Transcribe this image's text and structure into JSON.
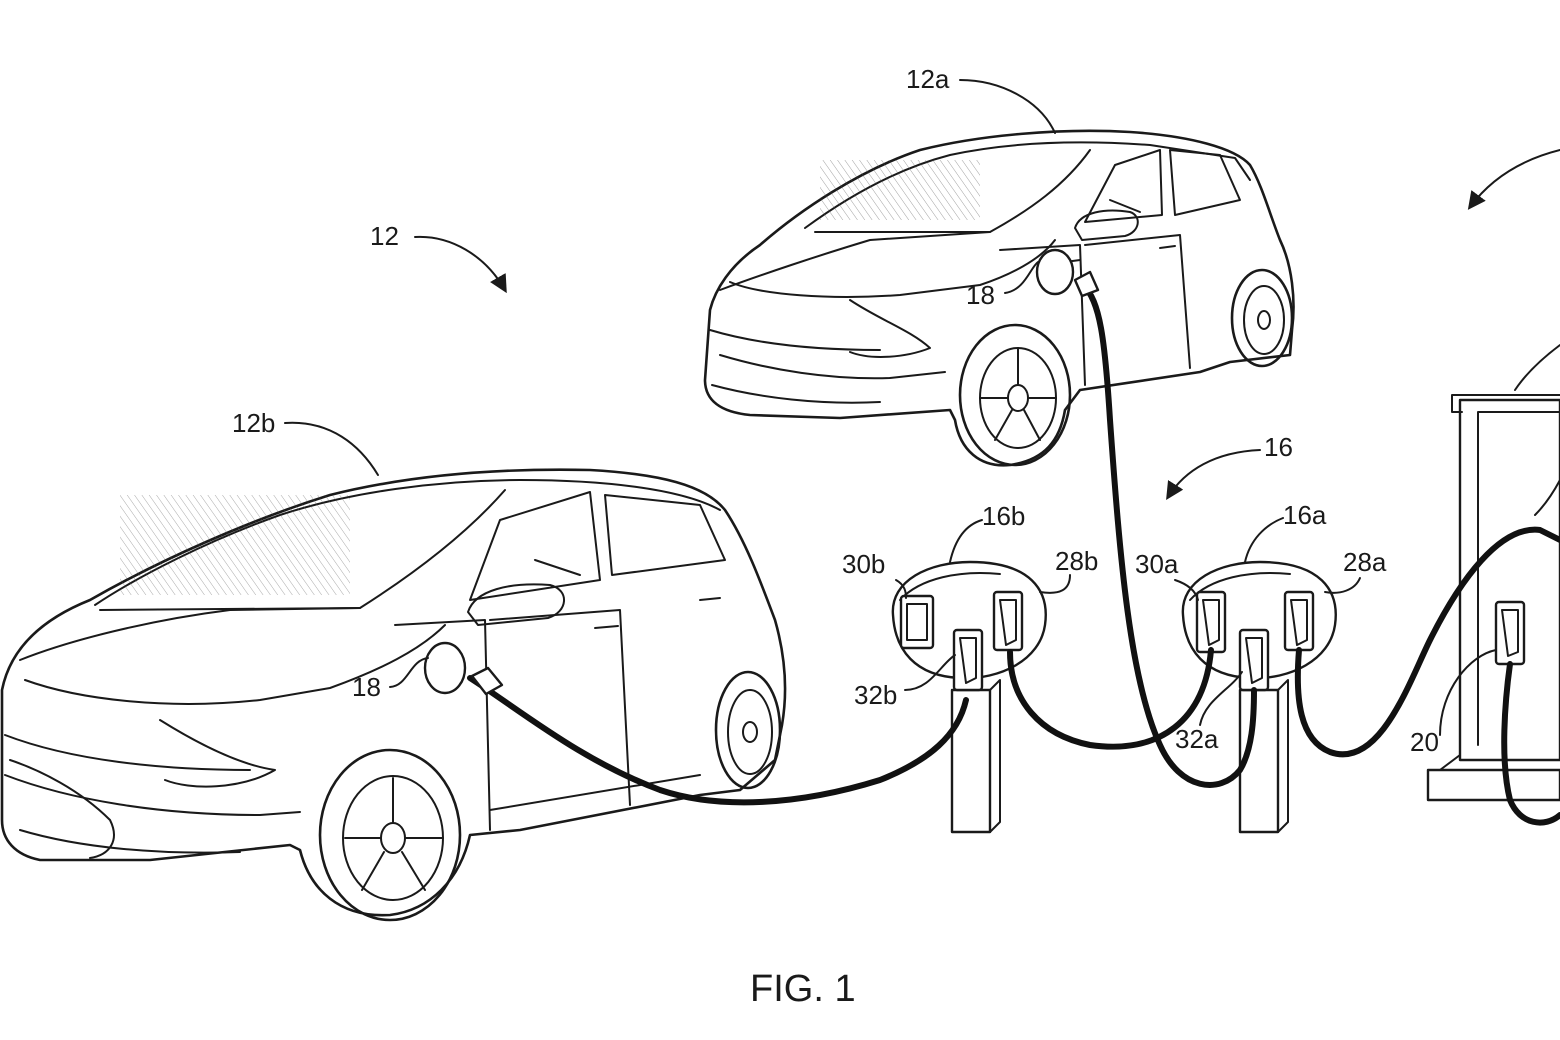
{
  "figure": {
    "caption": "FIG. 1",
    "labels": {
      "l12": "12",
      "l12a": "12a",
      "l12b": "12b",
      "l18_upper": "18",
      "l18_lower": "18",
      "l16": "16",
      "l16a": "16a",
      "l16b": "16b",
      "l30a": "30a",
      "l30b": "30b",
      "l28a": "28a",
      "l28b": "28b",
      "l32a": "32a",
      "l32b": "32b",
      "l20": "20"
    }
  }
}
